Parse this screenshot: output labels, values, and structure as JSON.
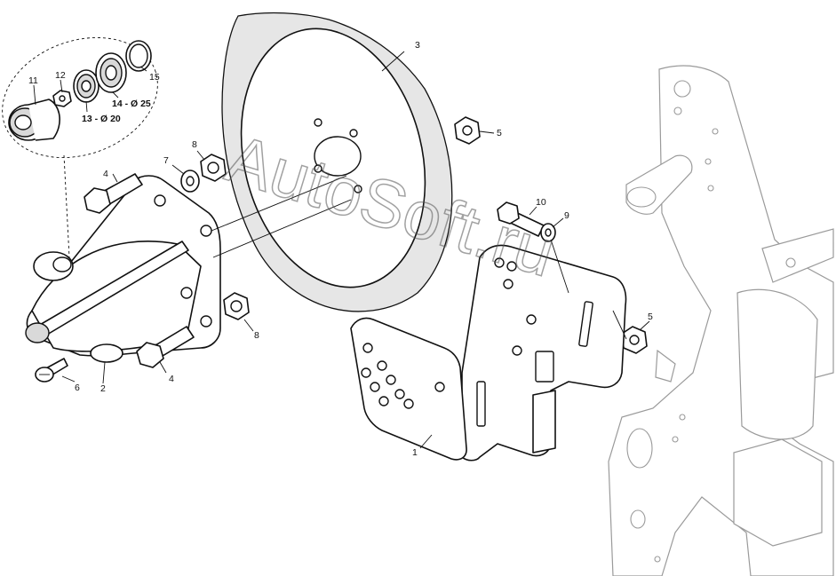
{
  "watermark": "AutoSoft.ru",
  "callouts": {
    "c1": "1",
    "c2": "2",
    "c3": "3",
    "c4a": "4",
    "c4b": "4",
    "c5a": "5",
    "c5b": "5",
    "c6": "6",
    "c7": "7",
    "c8a": "8",
    "c8b": "8",
    "c9": "9",
    "c10": "10",
    "c11": "11",
    "c12": "12",
    "c13": "13 - Ø 20",
    "c14": "14 - Ø 25",
    "c15": "15"
  }
}
